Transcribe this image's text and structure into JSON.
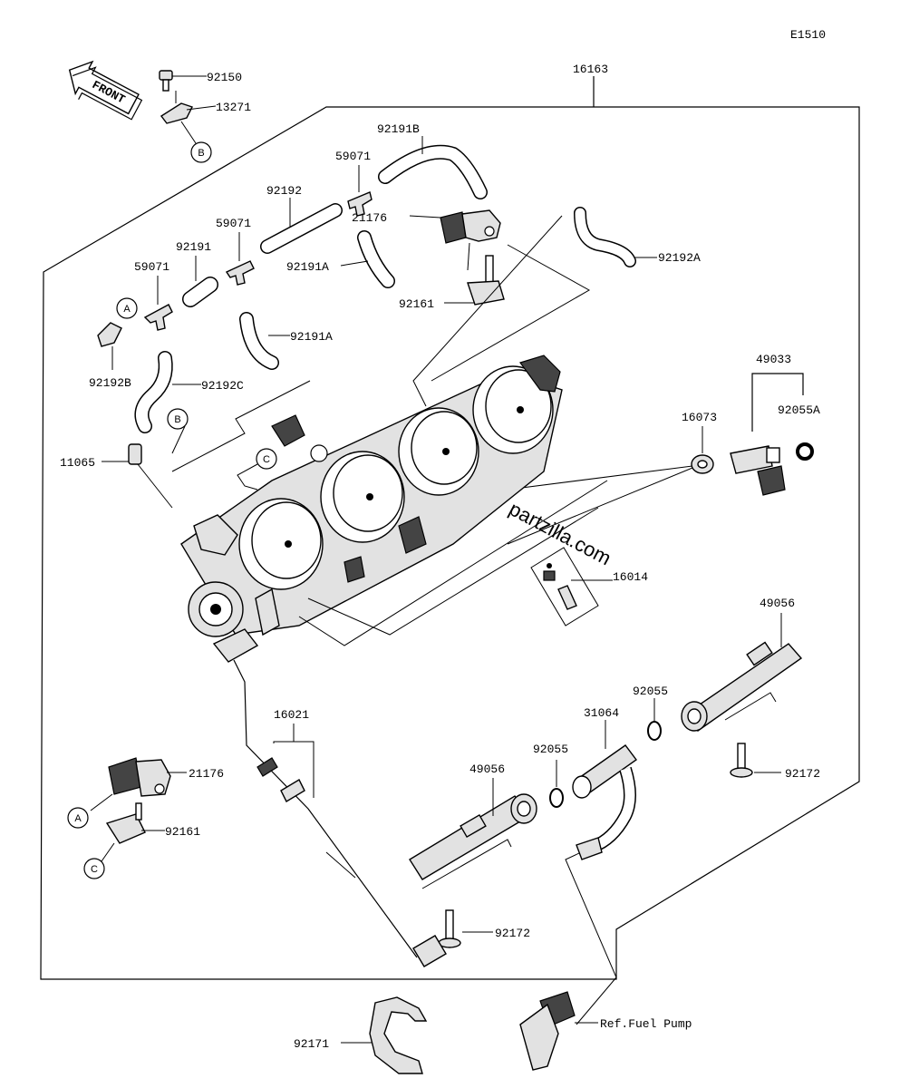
{
  "diagram_code": "E1510",
  "direction_label": "FRONT",
  "watermark": "partzilla.com",
  "reference_markers": [
    "A",
    "B",
    "C"
  ],
  "callouts": {
    "p16163": "16163",
    "p92150": "92150",
    "p13271": "13271",
    "p92191B": "92191B",
    "p59071_top": "59071",
    "p92192": "92192",
    "p59071_mid": "59071",
    "p21176_top": "21176",
    "p92191": "92191",
    "p92191A_top": "92191A",
    "p92192A": "92192A",
    "p59071_left": "59071",
    "p92161_top": "92161",
    "p92191A_mid": "92191A",
    "p92192B": "92192B",
    "p92192C": "92192C",
    "p49033": "49033",
    "p16073": "16073",
    "p92055A": "92055A",
    "p11065": "11065",
    "p16014": "16014",
    "p49056_right": "49056",
    "p16021": "16021",
    "p92055_right": "92055",
    "p31064": "31064",
    "p92055_mid": "92055",
    "p49056_mid": "49056",
    "p21176_bot": "21176",
    "p92172_right": "92172",
    "p92161_bot": "92161",
    "p92172_bot": "92172",
    "p92171": "92171",
    "ref_fuel_pump": "Ref.Fuel Pump"
  }
}
